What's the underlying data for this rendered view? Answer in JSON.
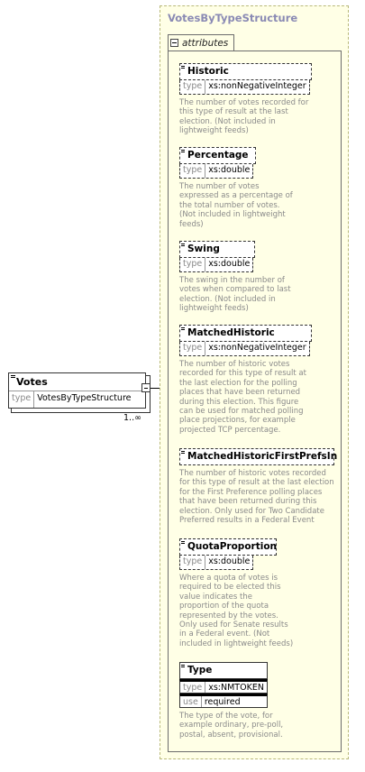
{
  "complex_type": {
    "title": "VotesByTypeStructure"
  },
  "attributes_group": {
    "label": "attributes"
  },
  "element": {
    "name": "Votes",
    "type_key": "type",
    "type_value": "VotesByTypeStructure",
    "occurrence": "1..∞"
  },
  "attributes": [
    {
      "name": "Historic",
      "type_key": "type",
      "type_value": "xs:nonNegativeInteger",
      "description": "The number of votes recorded for\nthis type of result at the last\nelection. (Not included in\nlightweight feeds)"
    },
    {
      "name": "Percentage",
      "type_key": "type",
      "type_value": "xs:double",
      "description": "The number of votes\nexpressed as a percentage of\nthe total number of votes.\n(Not included in lightweight\nfeeds)"
    },
    {
      "name": "Swing",
      "type_key": "type",
      "type_value": "xs:double",
      "description": "The swing in the number of\nvotes when compared to last\nelection. (Not included in\nlightweight feeds)"
    },
    {
      "name": "MatchedHistoric",
      "type_key": "type",
      "type_value": "xs:nonNegativeInteger",
      "description": "The number of historic votes\nrecorded for this type of result at\nthe last election for the polling\nplaces that have been returned\nduring this election. This figure\ncan be used for matched polling\nplace projections, for example\nprojected TCP percentage."
    },
    {
      "name": "MatchedHistoricFirstPrefsIn",
      "description": "The number of historic votes recorded\nfor this type of result at the last election\nfor the First Preference polling places\nthat have been returned during this\nelection. Only used for Two Candidate\nPreferred results in a Federal Event"
    },
    {
      "name": "QuotaProportion",
      "type_key": "type",
      "type_value": "xs:double",
      "description": "Where a quota of votes is\nrequired to be elected this\nvalue indicates the\nproportion of the quota\nrepresented by the votes.\nOnly used for Senate results\nin a Federal event. (Not\nincluded in lightweight feeds)"
    },
    {
      "name": "Type",
      "type_key": "type",
      "type_value": "xs:NMTOKEN",
      "use_key": "use",
      "use_value": "required",
      "description": "The type of the vote, for\nexample ordinary, pre-poll,\npostal, absent, provisional."
    }
  ]
}
